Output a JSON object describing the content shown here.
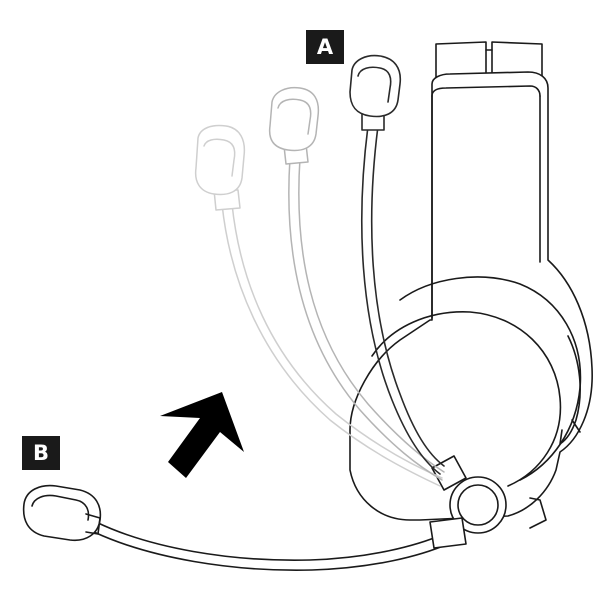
{
  "labels": {
    "a": "A",
    "b": "B"
  },
  "illustration": {
    "subject": "headset-boom-microphone-positions",
    "line_color": "#1a1a1a",
    "faded_line_color": "#c9c9c9",
    "arrow_color": "#000000",
    "arrow_direction": "up-right"
  }
}
